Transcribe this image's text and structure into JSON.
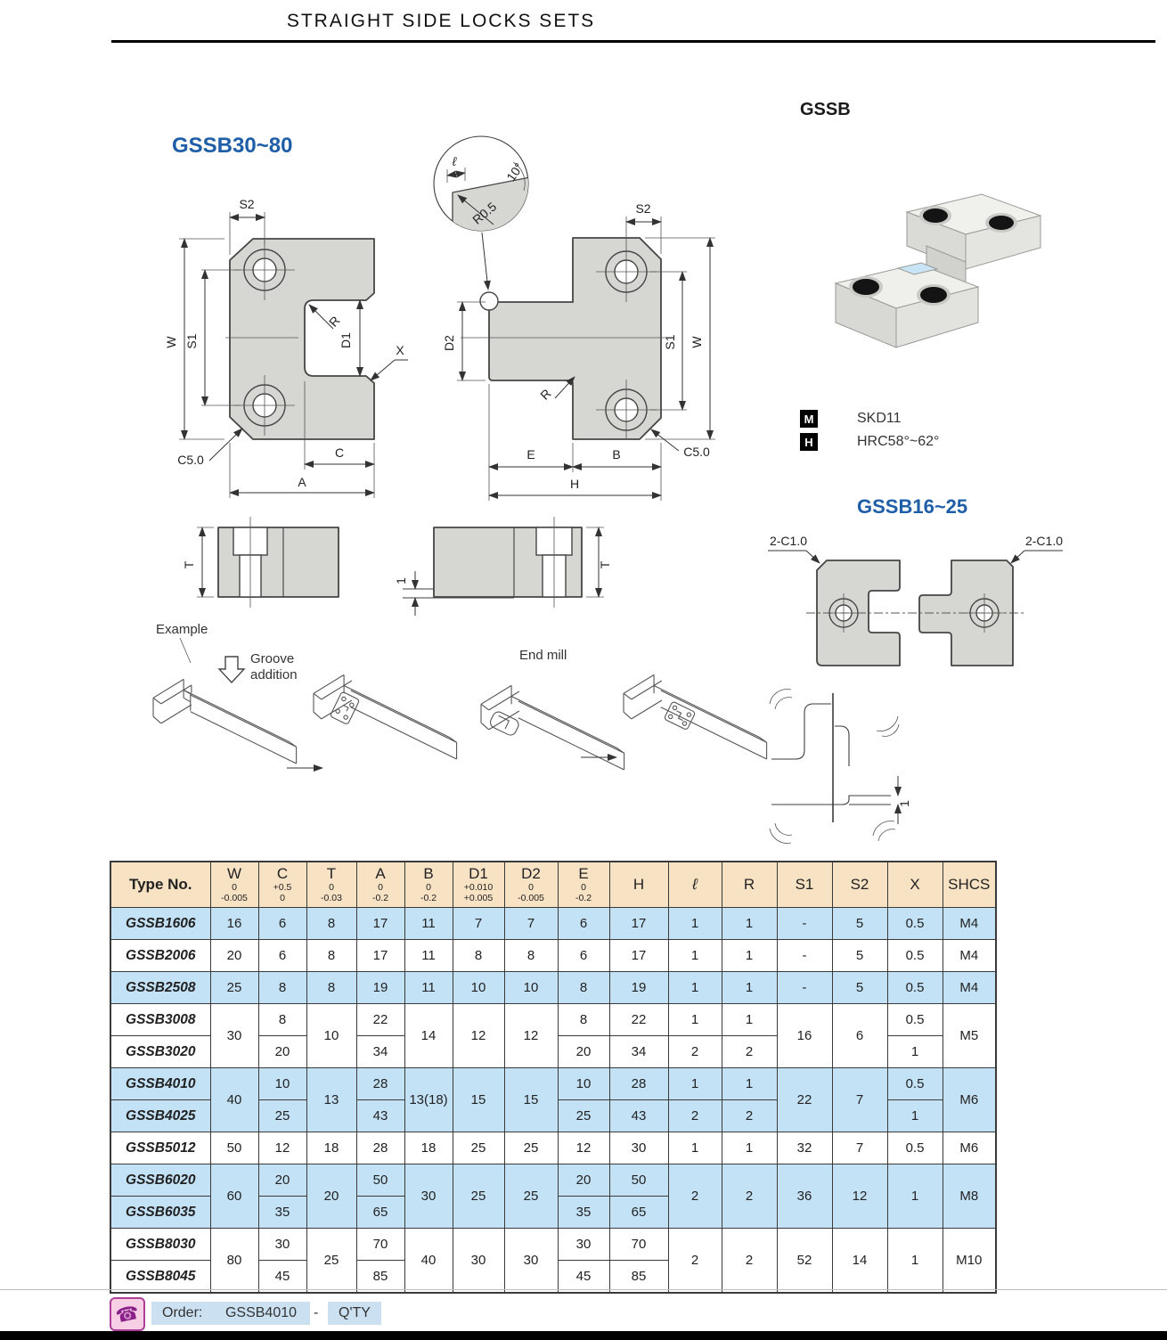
{
  "page": {
    "title": "STRAIGHT SIDE LOCKS SETS"
  },
  "colors": {
    "accent_blue": "#1E5EA8",
    "row_blue": "#C4E2F6",
    "header_tan": "#F8E2C4",
    "photo_bg": "#C9E4F4",
    "order_chip": "#CBE1F2",
    "phone_pink": "#F7CFE4",
    "phone_purple": "#8A1F8A"
  },
  "sections": {
    "left_view_label": "GSSB30~80",
    "product_label": "GSSB",
    "small_view_label": "GSSB16~25",
    "material_key": "M",
    "material_value": "SKD11",
    "hardness_key": "H",
    "hardness_value": "HRC58°~62°",
    "example_label": "Example",
    "groove_label": "Groove addition",
    "end_mill_label": "End mill"
  },
  "dims": {
    "left": {
      "s2": "S2",
      "w": "W",
      "s1": "S1",
      "r": "R",
      "d1": "D1",
      "x": "X",
      "c5": "C5.0",
      "c": "C",
      "a": "A"
    },
    "mid": {
      "s2": "S2",
      "d2": "D2",
      "s1": "S1",
      "w": "W",
      "r": "R",
      "e": "E",
      "b": "B",
      "c5": "C5.0",
      "h": "H"
    },
    "detail": {
      "l": "ℓ",
      "angle": "10°",
      "r": "R0.5"
    },
    "sections": {
      "t1": "T",
      "t2": "T",
      "step": "1"
    },
    "small": {
      "c_left": "2-C1.0",
      "c_right": "2-C1.0",
      "step": "1"
    }
  },
  "icons": {
    "phone_glyph": "☎"
  },
  "table": {
    "columns": [
      {
        "label": "Type No."
      },
      {
        "label": "W",
        "tol": [
          "0",
          "-0.005"
        ]
      },
      {
        "label": "C",
        "tol": [
          "+0.5",
          "0"
        ]
      },
      {
        "label": "T",
        "tol": [
          "0",
          "-0.03"
        ]
      },
      {
        "label": "A",
        "tol": [
          "0",
          "-0.2"
        ]
      },
      {
        "label": "B",
        "tol": [
          "0",
          "-0.2"
        ]
      },
      {
        "label": "D1",
        "tol": [
          "+0.010",
          "+0.005"
        ]
      },
      {
        "label": "D2",
        "tol": [
          "0",
          "-0.005"
        ]
      },
      {
        "label": "E",
        "tol": [
          "0",
          "-0.2"
        ]
      },
      {
        "label": "H"
      },
      {
        "label": "ℓ"
      },
      {
        "label": "R"
      },
      {
        "label": "S1"
      },
      {
        "label": "S2"
      },
      {
        "label": "X"
      },
      {
        "label": "SHCS"
      }
    ],
    "rows": [
      {
        "type": "GSSB1606",
        "w": "16",
        "c": "6",
        "t": "8",
        "a": "17",
        "b": "11",
        "d1": "7",
        "d2": "7",
        "e": "6",
        "h": "17",
        "l": "1",
        "r": "1",
        "s1": "-",
        "s2": "5",
        "x": "0.5",
        "shcs": "M4"
      },
      {
        "type": "GSSB2006",
        "w": "20",
        "c": "6",
        "t": "8",
        "a": "17",
        "b": "11",
        "d1": "8",
        "d2": "8",
        "e": "6",
        "h": "17",
        "l": "1",
        "r": "1",
        "s1": "-",
        "s2": "5",
        "x": "0.5",
        "shcs": "M4"
      },
      {
        "type": "GSSB2508",
        "w": "25",
        "c": "8",
        "t": "8",
        "a": "19",
        "b": "11",
        "d1": "10",
        "d2": "10",
        "e": "8",
        "h": "19",
        "l": "1",
        "r": "1",
        "s1": "-",
        "s2": "5",
        "x": "0.5",
        "shcs": "M4"
      },
      {
        "type": "GSSB3008",
        "w": "30",
        "c": "8",
        "t": "10",
        "a": "22",
        "b": "14",
        "d1": "12",
        "d2": "12",
        "e": "8",
        "h": "22",
        "l": "1",
        "r": "1",
        "s1": "16",
        "s2": "6",
        "x": "0.5",
        "shcs": "M5"
      },
      {
        "type": "GSSB3020",
        "c": "20",
        "a": "34",
        "e": "20",
        "h": "34",
        "l": "2",
        "r": "2",
        "x": "1"
      },
      {
        "type": "GSSB4010",
        "w": "40",
        "c": "10",
        "t": "13",
        "a": "28",
        "b": "13(18)",
        "d1": "15",
        "d2": "15",
        "e": "10",
        "h": "28",
        "l": "1",
        "r": "1",
        "s1": "22",
        "s2": "7",
        "x": "0.5",
        "shcs": "M6"
      },
      {
        "type": "GSSB4025",
        "c": "25",
        "a": "43",
        "e": "25",
        "h": "43",
        "l": "2",
        "r": "2",
        "x": "1"
      },
      {
        "type": "GSSB5012",
        "w": "50",
        "c": "12",
        "t": "18",
        "a": "28",
        "b": "18",
        "d1": "25",
        "d2": "25",
        "e": "12",
        "h": "30",
        "l": "1",
        "r": "1",
        "s1": "32",
        "s2": "7",
        "x": "0.5",
        "shcs": "M6"
      },
      {
        "type": "GSSB6020",
        "w": "60",
        "c": "20",
        "t": "20",
        "a": "50",
        "b": "30",
        "d1": "25",
        "d2": "25",
        "e": "20",
        "h": "50",
        "l": "2",
        "r": "2",
        "s1": "36",
        "s2": "12",
        "x": "1",
        "shcs": "M8"
      },
      {
        "type": "GSSB6035",
        "c": "35",
        "a": "65",
        "e": "35",
        "h": "65"
      },
      {
        "type": "GSSB8030",
        "w": "80",
        "c": "30",
        "t": "25",
        "a": "70",
        "b": "40",
        "d1": "30",
        "d2": "30",
        "e": "30",
        "h": "70",
        "l": "2",
        "r": "2",
        "s1": "52",
        "s2": "14",
        "x": "1",
        "shcs": "M10"
      },
      {
        "type": "GSSB8045",
        "c": "45",
        "a": "85",
        "e": "45",
        "h": "85"
      }
    ]
  },
  "order": {
    "label": "Order:",
    "part_no": "GSSB4010",
    "separator": "-",
    "qty_label": "Q'TY"
  }
}
